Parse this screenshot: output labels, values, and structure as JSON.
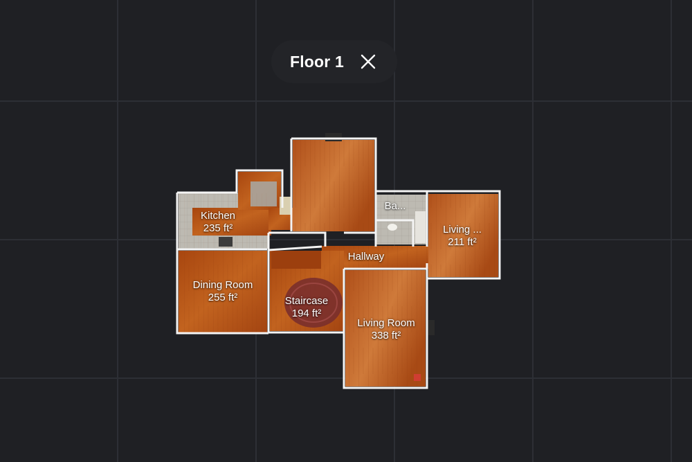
{
  "header": {
    "floor_title": "Floor 1",
    "close_icon": "close-icon"
  },
  "colors": {
    "background": "#1f2024",
    "grid_line": "#2d2f35",
    "wall": "#f4f4f4",
    "floor_wood": "#b4531a",
    "tile": "#b9b6ae",
    "rug": "#7a2f2c"
  },
  "rooms": [
    {
      "id": "kitchen",
      "name": "Kitchen",
      "area": "235 ft²"
    },
    {
      "id": "dining",
      "name": "Dining Room",
      "area": "255 ft²"
    },
    {
      "id": "staircase",
      "name": "Staircase",
      "area": "194 ft²"
    },
    {
      "id": "living-main",
      "name": "Living Room",
      "area": "338 ft²"
    },
    {
      "id": "living-right",
      "name": "Living ...",
      "area": "211 ft²"
    },
    {
      "id": "hallway",
      "name": "Hallway",
      "area": ""
    },
    {
      "id": "bath",
      "name": "Ba...",
      "area": ""
    }
  ]
}
